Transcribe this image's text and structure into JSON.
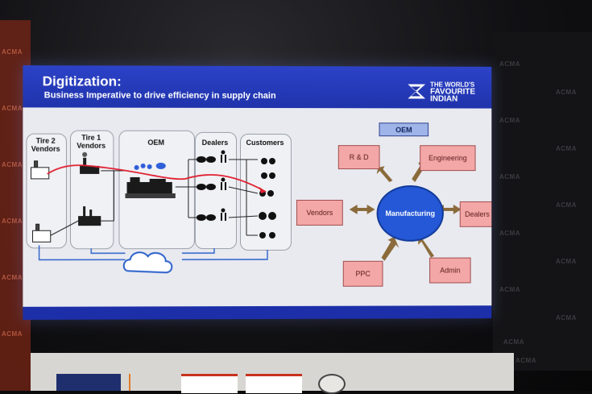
{
  "slide": {
    "title": "Digitization:",
    "subtitle": "Business Imperative to drive efficiency in supply chain",
    "logo": {
      "line1": "THE WORLD'S",
      "line2": "FAVOURITE",
      "line3": "INDIAN"
    }
  },
  "flow": {
    "columns": [
      {
        "label": "Tire 2\nVendors"
      },
      {
        "label": "Tire 1\nVendors"
      },
      {
        "label": "OEM"
      },
      {
        "label": "Dealers"
      },
      {
        "label": "Customers"
      }
    ]
  },
  "hub": {
    "badge": "OEM",
    "center": "Manufacturing",
    "nodes": [
      "R & D",
      "Engineering",
      "Vendors",
      "Dealers",
      "PPC",
      "Admin"
    ]
  },
  "venue": {
    "wall_text": "ACMA"
  },
  "colors": {
    "header": "#1f33ab",
    "hub": "#2558d6",
    "node": "#f3a7a7",
    "arrow": "#8a6a3a",
    "flow_line": "#e02030"
  }
}
